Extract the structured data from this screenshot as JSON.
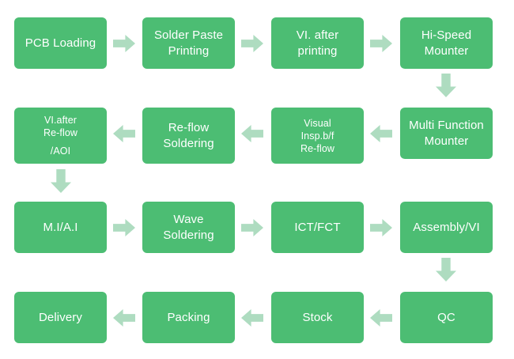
{
  "diagram": {
    "title": "PCB / SMT Production Process Flow",
    "colors": {
      "node_fill": "#4cbd73",
      "node_text": "#ffffff",
      "arrow_fill": "#aedcc0",
      "background": "#ffffff"
    },
    "nodes": [
      {
        "id": "n1",
        "lines": [
          "PCB Loading"
        ],
        "row": 1,
        "col": 1
      },
      {
        "id": "n2",
        "lines": [
          "Solder Paste",
          "Printing"
        ],
        "row": 1,
        "col": 2
      },
      {
        "id": "n3",
        "lines": [
          "VI. after",
          "printing"
        ],
        "row": 1,
        "col": 3
      },
      {
        "id": "n4",
        "lines": [
          "Hi-Speed",
          "Mounter"
        ],
        "row": 1,
        "col": 4
      },
      {
        "id": "n5",
        "lines": [
          "Multi Function",
          "Mounter"
        ],
        "row": 2,
        "col": 4
      },
      {
        "id": "n6",
        "lines": [
          "Visual",
          "Insp.b/f",
          "Re-flow"
        ],
        "row": 2,
        "col": 3
      },
      {
        "id": "n7",
        "lines": [
          "Re-flow",
          "Soldering"
        ],
        "row": 2,
        "col": 2
      },
      {
        "id": "n8",
        "lines": [
          "VI.after",
          "Re-flow",
          "/AOI"
        ],
        "row": 2,
        "col": 1
      },
      {
        "id": "n9",
        "lines": [
          "M.I/A.I"
        ],
        "row": 3,
        "col": 1
      },
      {
        "id": "n10",
        "lines": [
          "Wave",
          "Soldering"
        ],
        "row": 3,
        "col": 2
      },
      {
        "id": "n11",
        "lines": [
          "ICT/FCT"
        ],
        "row": 3,
        "col": 3
      },
      {
        "id": "n12",
        "lines": [
          "Assembly/VI"
        ],
        "row": 3,
        "col": 4
      },
      {
        "id": "n13",
        "lines": [
          "QC"
        ],
        "row": 4,
        "col": 4
      },
      {
        "id": "n14",
        "lines": [
          "Stock"
        ],
        "row": 4,
        "col": 3
      },
      {
        "id": "n15",
        "lines": [
          "Packing"
        ],
        "row": 4,
        "col": 2
      },
      {
        "id": "n16",
        "lines": [
          "Delivery"
        ],
        "row": 4,
        "col": 1
      }
    ],
    "connectors": [
      {
        "id": "a1",
        "from": "n1",
        "to": "n2",
        "direction": "right"
      },
      {
        "id": "a2",
        "from": "n2",
        "to": "n3",
        "direction": "right"
      },
      {
        "id": "a3",
        "from": "n3",
        "to": "n4",
        "direction": "right"
      },
      {
        "id": "a4",
        "from": "n4",
        "to": "n5",
        "direction": "down"
      },
      {
        "id": "a5",
        "from": "n5",
        "to": "n6",
        "direction": "left"
      },
      {
        "id": "a6",
        "from": "n6",
        "to": "n7",
        "direction": "left"
      },
      {
        "id": "a7",
        "from": "n7",
        "to": "n8",
        "direction": "left"
      },
      {
        "id": "a8",
        "from": "n8",
        "to": "n9",
        "direction": "down"
      },
      {
        "id": "a9",
        "from": "n9",
        "to": "n10",
        "direction": "right"
      },
      {
        "id": "a10",
        "from": "n10",
        "to": "n11",
        "direction": "right"
      },
      {
        "id": "a11",
        "from": "n11",
        "to": "n12",
        "direction": "right"
      },
      {
        "id": "a12",
        "from": "n12",
        "to": "n13",
        "direction": "down"
      },
      {
        "id": "a13",
        "from": "n13",
        "to": "n14",
        "direction": "left"
      },
      {
        "id": "a14",
        "from": "n14",
        "to": "n15",
        "direction": "left"
      },
      {
        "id": "a15",
        "from": "n15",
        "to": "n16",
        "direction": "left"
      }
    ]
  },
  "labels": {
    "n1_l1": "PCB Loading",
    "n2_l1": "Solder Paste",
    "n2_l2": "Printing",
    "n3_l1": "VI. after",
    "n3_l2": "printing",
    "n4_l1": "Hi-Speed",
    "n4_l2": "Mounter",
    "n5_l1": "Multi Function",
    "n5_l2": "Mounter",
    "n6_l1": "Visual",
    "n6_l2": "Insp.b/f",
    "n6_l3": "Re-flow",
    "n7_l1": "Re-flow",
    "n7_l2": "Soldering",
    "n8_l1": "VI.after",
    "n8_l2": "Re-flow",
    "n8_l3": "/AOI",
    "n9_l1": "M.I/A.I",
    "n10_l1": "Wave",
    "n10_l2": "Soldering",
    "n11_l1": "ICT/FCT",
    "n12_l1": "Assembly/VI",
    "n13_l1": "QC",
    "n14_l1": "Stock",
    "n15_l1": "Packing",
    "n16_l1": "Delivery"
  }
}
